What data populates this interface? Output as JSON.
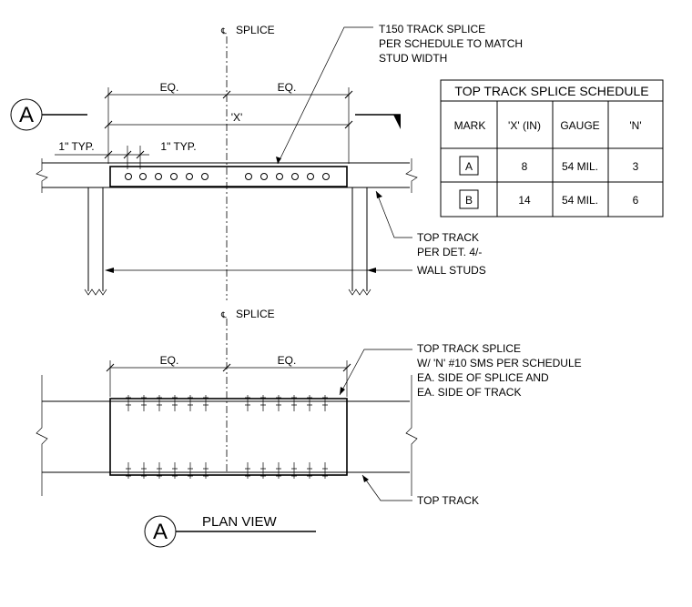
{
  "section_marker": {
    "letter": "A"
  },
  "top_detail": {
    "splice_label": "SPLICE",
    "eq_left": "EQ.",
    "eq_right": "EQ.",
    "x_dim": "'X'",
    "typ_left": "1\" TYP.",
    "typ_right": "1\" TYP.",
    "note_splice": [
      "T150 TRACK SPLICE",
      "PER SCHEDULE TO MATCH",
      "STUD WIDTH"
    ],
    "note_track": [
      "TOP TRACK",
      "PER DET. 4/-"
    ],
    "note_studs": "WALL STUDS"
  },
  "schedule": {
    "title": "TOP TRACK SPLICE SCHEDULE",
    "headers": [
      "MARK",
      "'X' (IN)",
      "GAUGE",
      "'N'"
    ],
    "rows": [
      {
        "mark": "A",
        "x": "8",
        "gauge": "54 MIL.",
        "n": "3"
      },
      {
        "mark": "B",
        "x": "14",
        "gauge": "54 MIL.",
        "n": "6"
      }
    ]
  },
  "plan_detail": {
    "splice_label": "SPLICE",
    "eq_left": "EQ.",
    "eq_right": "EQ.",
    "note_splice": [
      "TOP TRACK SPLICE",
      "W/ 'N' #10 SMS PER SCHEDULE",
      "EA. SIDE OF SPLICE AND",
      "EA. SIDE OF TRACK"
    ],
    "note_track": "TOP TRACK"
  },
  "title_block": {
    "letter": "A",
    "title": "PLAN VIEW"
  }
}
